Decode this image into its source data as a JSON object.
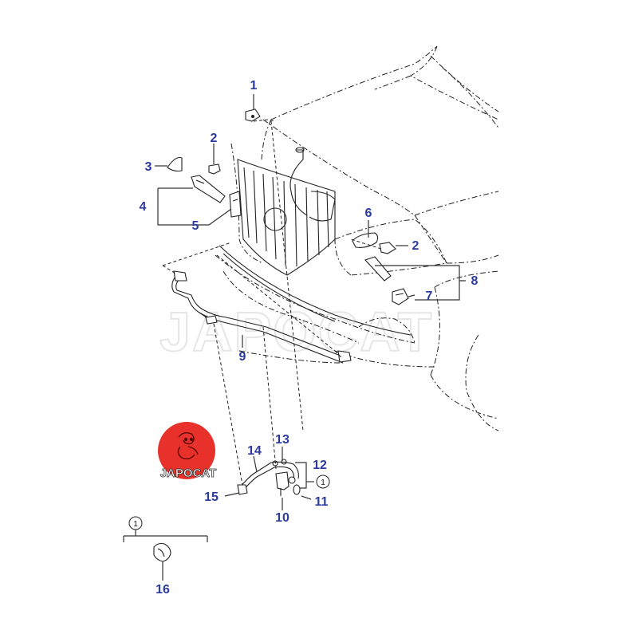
{
  "callouts": {
    "c1": "1",
    "c2a": "2",
    "c2b": "2",
    "c3": "3",
    "c4": "4",
    "c5": "5",
    "c6": "6",
    "c7": "7",
    "c8": "8",
    "c9": "9",
    "c10": "10",
    "c11": "11",
    "c12": "12",
    "c13": "13",
    "c14": "14",
    "c15": "15",
    "c16": "16"
  },
  "circled_refs": {
    "ref_a": "1",
    "ref_b": "1"
  },
  "watermark": "JAPOCAT",
  "logo": {
    "text": "JAPOCAT"
  },
  "colors": {
    "callout": "#2b3a9c",
    "logo_red": "#e8312a",
    "line": "#222222",
    "watermark": "#e6e6e6"
  }
}
